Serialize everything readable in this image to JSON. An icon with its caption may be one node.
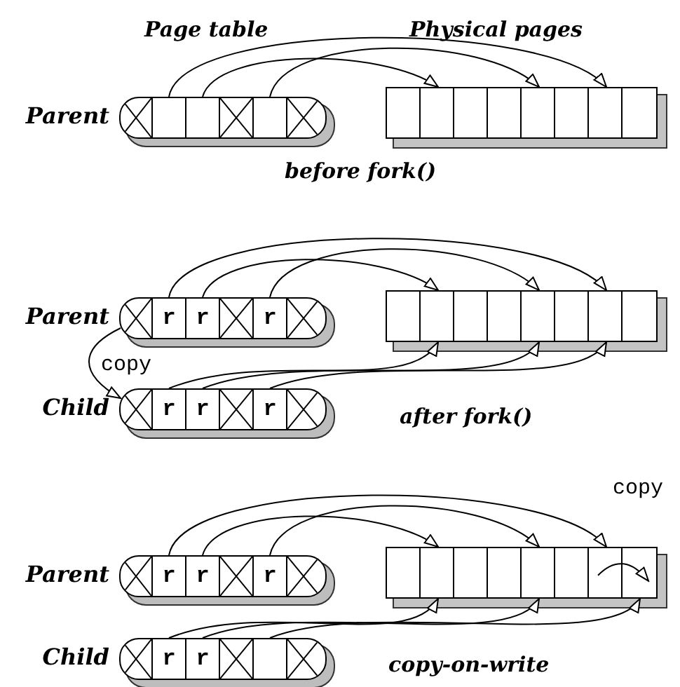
{
  "diagram": {
    "nodes": [
      {
        "text": [],
        "shape": "bar",
        "beside": [
          "Parent"
        ]
      },
      {
        "text": [],
        "shape": "cross",
        "in": 0
      },
      {
        "text": [],
        "shape": "box",
        "in": 0
      },
      {
        "text": [],
        "shape": "box",
        "in": 0
      },
      {
        "text": [],
        "shape": "cross",
        "in": 0
      },
      {
        "text": [],
        "shape": "box",
        "in": 0
      },
      {
        "text": [],
        "shape": "cross",
        "in": 0
      },
      {
        "text": [],
        "shape": "box"
      },
      {
        "text": [],
        "shape": "box",
        "in": 7
      },
      {
        "text": [],
        "shape": "box",
        "in": 7
      },
      {
        "text": [],
        "shape": "box",
        "in": 7
      },
      {
        "text": [],
        "shape": "box",
        "in": 7
      },
      {
        "text": [],
        "shape": "box",
        "in": 7
      },
      {
        "text": [],
        "shape": "box",
        "in": 7
      },
      {
        "text": [],
        "shape": "box",
        "in": 7
      },
      {
        "text": [],
        "shape": "box",
        "in": 7
      },
      {
        "text": [],
        "shape": "bar",
        "beside": [
          "Parent"
        ]
      },
      {
        "text": [],
        "shape": "cross",
        "in": 16
      },
      {
        "text": [
          "r"
        ],
        "in": 16
      },
      {
        "text": [
          "r"
        ],
        "in": 16
      },
      {
        "text": [],
        "shape": "cross",
        "in": 16
      },
      {
        "text": [
          "r"
        ],
        "in": 16
      },
      {
        "text": [],
        "shape": "cross",
        "in": 16
      },
      {
        "text": [],
        "shape": "box"
      },
      {
        "text": [],
        "shape": "box",
        "in": 23
      },
      {
        "text": [],
        "shape": "box",
        "in": 23
      },
      {
        "text": [],
        "shape": "box",
        "in": 23
      },
      {
        "text": [],
        "shape": "box",
        "in": 23
      },
      {
        "text": [],
        "shape": "box",
        "in": 23
      },
      {
        "text": [],
        "shape": "box",
        "in": 23
      },
      {
        "text": [],
        "shape": "box",
        "in": 23
      },
      {
        "text": [],
        "shape": "box",
        "in": 23
      },
      {
        "text": [],
        "shape": "bar",
        "beside": [
          "Child"
        ]
      },
      {
        "text": [],
        "shape": "cross",
        "in": 32
      },
      {
        "text": [
          "r"
        ],
        "in": 32
      },
      {
        "text": [
          "r"
        ],
        "in": 32
      },
      {
        "text": [],
        "shape": "cross",
        "in": 32
      },
      {
        "text": [
          "r"
        ],
        "in": 32
      },
      {
        "text": [],
        "shape": "cross",
        "in": 32
      },
      {
        "text": [],
        "shape": "bar",
        "beside": [
          "Parent"
        ]
      },
      {
        "text": [],
        "shape": "cross",
        "in": 39
      },
      {
        "text": [
          "r"
        ],
        "in": 39
      },
      {
        "text": [
          "r"
        ],
        "in": 39
      },
      {
        "text": [],
        "shape": "cross",
        "in": 39
      },
      {
        "text": [
          "r"
        ],
        "in": 39
      },
      {
        "text": [],
        "shape": "cross",
        "in": 39
      },
      {
        "text": [],
        "shape": "box"
      },
      {
        "text": [],
        "shape": "box",
        "in": 46
      },
      {
        "text": [],
        "shape": "box",
        "in": 46
      },
      {
        "text": [],
        "shape": "box",
        "in": 46
      },
      {
        "text": [],
        "shape": "box",
        "in": 46
      },
      {
        "text": [],
        "shape": "box",
        "in": 46
      },
      {
        "text": [],
        "shape": "box",
        "in": 46
      },
      {
        "text": [],
        "shape": "box",
        "in": 46
      },
      {
        "text": [],
        "shape": "box",
        "in": 46
      },
      {
        "text": [],
        "shape": "bar",
        "beside": [
          "Child"
        ]
      },
      {
        "text": [],
        "shape": "cross",
        "in": 55
      },
      {
        "text": [
          "r"
        ],
        "in": 55
      },
      {
        "text": [
          "r"
        ],
        "in": 55
      },
      {
        "text": [],
        "shape": "cross",
        "in": 55
      },
      {
        "text": [],
        "shape": "box",
        "in": 55
      },
      {
        "text": [],
        "shape": "cross",
        "in": 55
      }
    ],
    "edges": [
      {
        "from": 2,
        "to": 14,
        "arrow": "to"
      },
      {
        "from": 3,
        "to": 9,
        "arrow": "to"
      },
      {
        "from": 5,
        "to": 12,
        "arrow": "to"
      },
      {
        "from": 18,
        "to": 30,
        "arrow": "to"
      },
      {
        "from": 19,
        "to": 25,
        "arrow": "to"
      },
      {
        "from": 21,
        "to": 28,
        "arrow": "to"
      },
      {
        "from": 34,
        "to": 25,
        "arrow": "to"
      },
      {
        "from": 35,
        "to": 28,
        "arrow": "to"
      },
      {
        "from": 37,
        "to": 30,
        "arrow": "to"
      },
      {
        "from": 16,
        "to": 32,
        "arrow": "to",
        "label": "copy"
      },
      {
        "from": 41,
        "to": 53,
        "arrow": "to"
      },
      {
        "from": 42,
        "to": 48,
        "arrow": "to"
      },
      {
        "from": 44,
        "to": 51,
        "arrow": "to"
      },
      {
        "from": 57,
        "to": 48,
        "arrow": "to"
      },
      {
        "from": 58,
        "to": 51,
        "arrow": "to"
      },
      {
        "from": 60,
        "to": 54,
        "arrow": "to"
      },
      {
        "from": 53,
        "to": 54,
        "arrow": "to",
        "label": "copy"
      }
    ],
    "labels": [
      "Page table",
      "Physical pages",
      "before fork()",
      "after fork()",
      "copy-on-write"
    ]
  }
}
